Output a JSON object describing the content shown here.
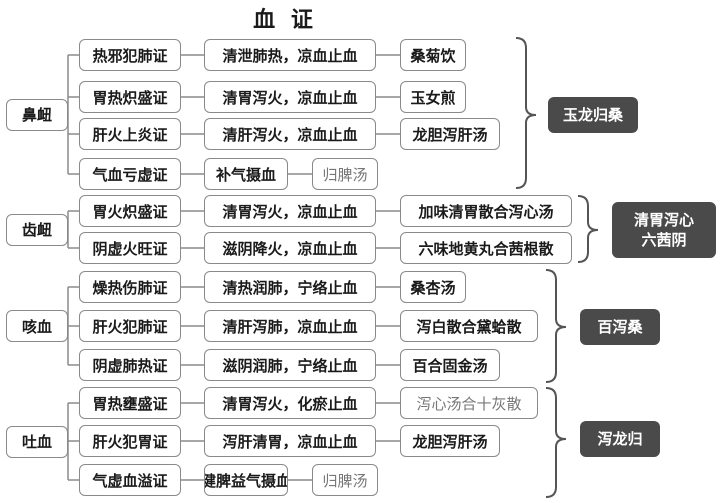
{
  "title": "血 证",
  "groups": [
    {
      "name": "鼻衄",
      "rows": [
        {
          "syndrome": "热邪犯肺证",
          "treatment": "清泄肺热，凉血止血",
          "formula": "桑菊饮",
          "formula_light": false
        },
        {
          "syndrome": "胃热炽盛证",
          "treatment": "清胃泻火，凉血止血",
          "formula": "玉女煎",
          "formula_light": false
        },
        {
          "syndrome": "肝火上炎证",
          "treatment": "清肝泻火，凉血止血",
          "formula": "龙胆泻肝汤",
          "formula_light": false
        },
        {
          "syndrome": "气血亏虚证",
          "treatment": "补气摄血",
          "formula": "归脾汤",
          "formula_light": true
        }
      ]
    },
    {
      "name": "齿衄",
      "rows": [
        {
          "syndrome": "胃火炽盛证",
          "treatment": "清胃泻火，凉血止血",
          "formula": "加味清胃散合泻心汤",
          "formula_light": false
        },
        {
          "syndrome": "阴虚火旺证",
          "treatment": "滋阴降火，凉血止血",
          "formula": "六味地黄丸合茜根散",
          "formula_light": false
        }
      ]
    },
    {
      "name": "咳血",
      "rows": [
        {
          "syndrome": "燥热伤肺证",
          "treatment": "清热润肺，宁络止血",
          "formula": "桑杏汤",
          "formula_light": false
        },
        {
          "syndrome": "肝火犯肺证",
          "treatment": "清肝泻肺，凉血止血",
          "formula": "泻白散合黛蛤散",
          "formula_light": false
        },
        {
          "syndrome": "阴虚肺热证",
          "treatment": "滋阴润肺，宁络止血",
          "formula": "百合固金汤",
          "formula_light": false
        }
      ]
    },
    {
      "name": "吐血",
      "rows": [
        {
          "syndrome": "胃热壅盛证",
          "treatment": "清胃泻火，化瘀止血",
          "formula": "泻心汤合十灰散",
          "formula_light": true
        },
        {
          "syndrome": "肝火犯胃证",
          "treatment": "泻肝清胃，凉血止血",
          "formula": "龙胆泻肝汤",
          "formula_light": false
        },
        {
          "syndrome": "气虚血溢证",
          "treatment": "健脾益气摄血",
          "formula": "归脾汤",
          "formula_light": true
        }
      ]
    }
  ],
  "mnemonics": [
    {
      "text": "玉龙归桑"
    },
    {
      "text": "清胃泻心 六茜阴"
    },
    {
      "text": "百泻桑"
    },
    {
      "text": "泻龙归"
    }
  ]
}
